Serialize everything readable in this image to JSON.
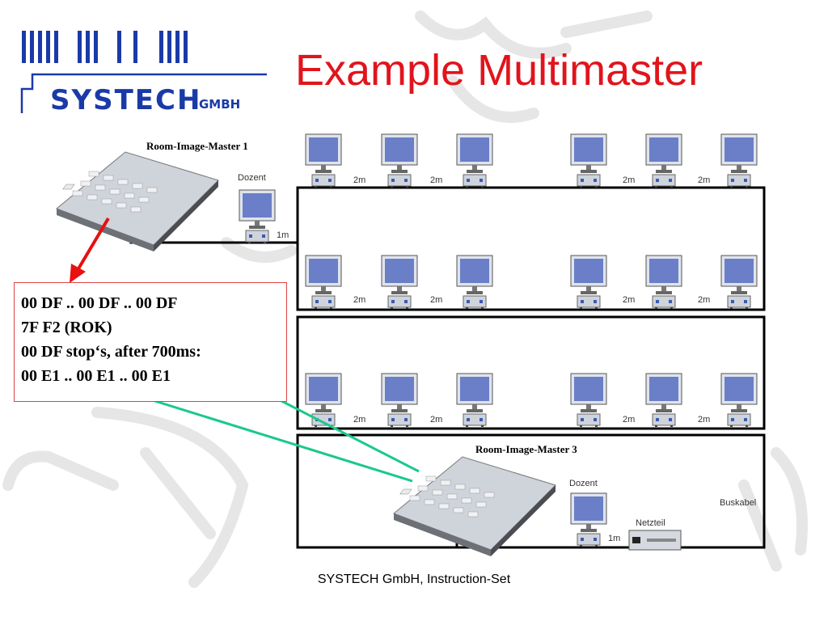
{
  "logo": {
    "name": "SYSTECH",
    "suffix": "GMBH",
    "brand_color": "#1a3aa8"
  },
  "title": "Example Multimaster",
  "title_color": "#e1141c",
  "labels": {
    "master1": "Room-Image-Master 1",
    "master3": "Room-Image-Master 3",
    "dozent": "Dozent",
    "distance_2m": "2m",
    "distance_1m": "1m",
    "netzteil": "Netzteil",
    "buskabel": "Buskabel"
  },
  "info_lines": [
    "00 DF .. 00 DF .. 00 DF",
    "7F F2 (ROK)",
    "00 DF stop‘s, after 700ms:",
    "00 E1 .. 00 E1 .. 00 E1"
  ],
  "footer": "SYSTECH GmbH, Instruction-Set"
}
